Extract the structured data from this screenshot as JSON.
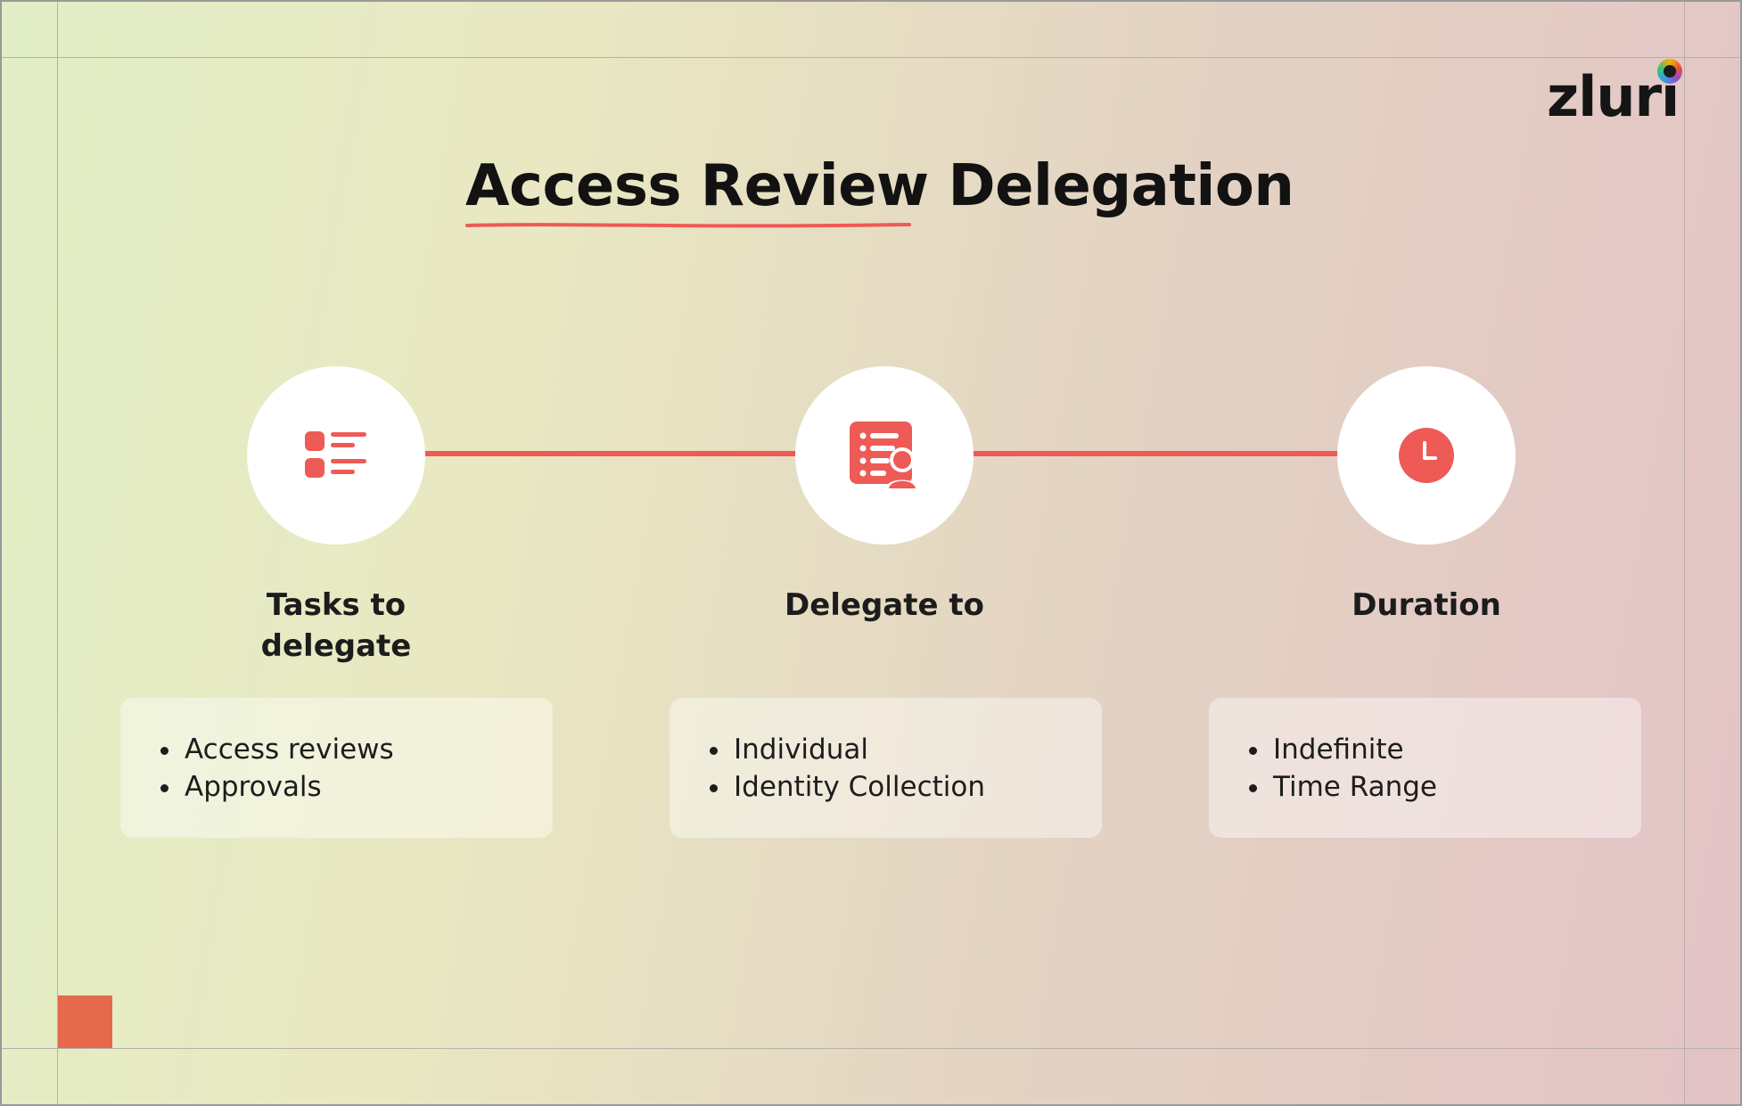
{
  "brand": {
    "logo_text": "zluri"
  },
  "title": "Access Review Delegation",
  "colors": {
    "accent": "#ee5a56",
    "corner_square": "#e5694c",
    "card_background": "rgba(255,255,255,0.42)",
    "text": "#1b1b1b"
  },
  "steps": [
    {
      "icon": "task-list-icon",
      "label": "Tasks to delegate",
      "items": [
        "Access reviews",
        "Approvals"
      ]
    },
    {
      "icon": "user-list-icon",
      "label": "Delegate to",
      "items": [
        "Individual",
        "Identity Collection"
      ]
    },
    {
      "icon": "clock-icon",
      "label": "Duration",
      "items": [
        "Indefinite",
        "Time Range"
      ]
    }
  ]
}
